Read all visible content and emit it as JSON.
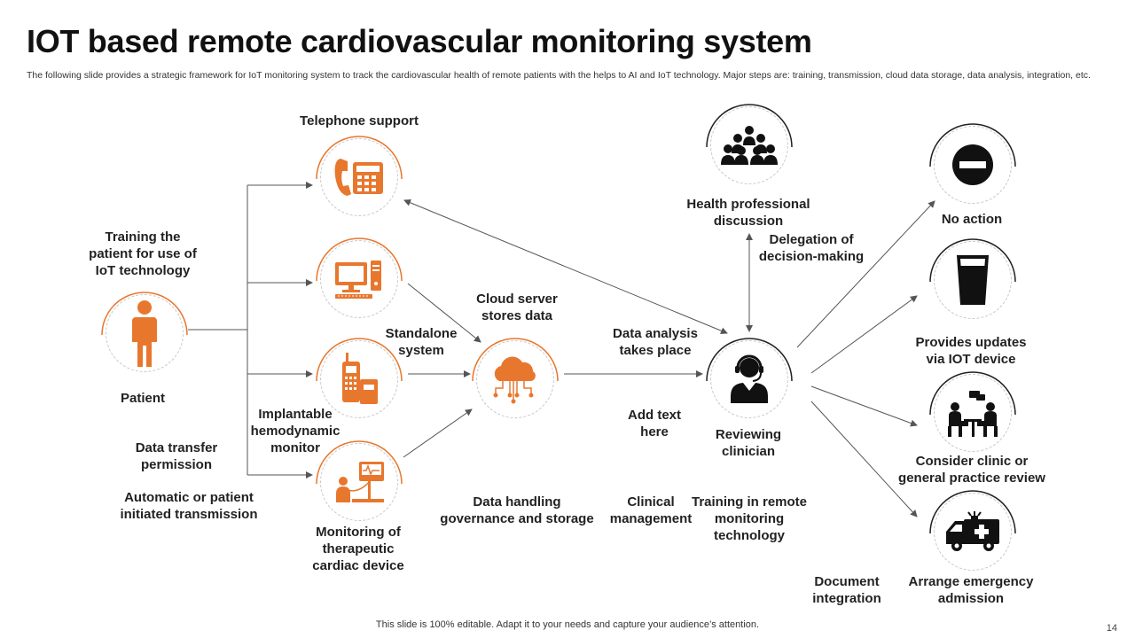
{
  "slide": {
    "title": "IOT based remote cardiovascular monitoring system",
    "subtitle": "The following slide provides a strategic framework for IoT monitoring system to track the cardiovascular health of remote patients with the helps to AI  and IoT technology. Major steps are: training, transmission, cloud data storage, data analysis, integration, etc.",
    "footer": "This slide is 100% editable. Adapt it to your needs and capture your audience’s attention.",
    "page_number": "14"
  },
  "colors": {
    "accent": "#E8772E",
    "dark": "#111111",
    "line": "#555555"
  },
  "nodes": {
    "patient": {
      "icon": "person-icon"
    },
    "telephone": {
      "icon": "telephone-icon"
    },
    "computer": {
      "icon": "computer-icon"
    },
    "phone": {
      "icon": "landline-phone-icon"
    },
    "monitor": {
      "icon": "patient-monitor-icon"
    },
    "cloud": {
      "icon": "cloud-server-icon"
    },
    "clinician": {
      "icon": "clinician-headset-icon"
    },
    "team": {
      "icon": "group-discussion-icon"
    },
    "no_action": {
      "icon": "minus-circle-icon"
    },
    "glass": {
      "icon": "glass-icon"
    },
    "meeting": {
      "icon": "meeting-icon"
    },
    "ambulance": {
      "icon": "ambulance-icon"
    }
  },
  "labels": {
    "telephone_support": "Telephone support",
    "training_patient": "Training the\npatient for use of\nIoT technology",
    "patient": "Patient",
    "data_transfer": "Data transfer\npermission",
    "automatic_transmission": "Automatic or patient\ninitiated transmission",
    "implantable": "Implantable\nhemodynamic\nmonitor",
    "standalone": "Standalone\nsystem",
    "monitoring_device": "Monitoring of\ntherapeutic\ncardiac device",
    "cloud_server": "Cloud server\nstores data",
    "data_handling": "Data handling\ngovernance and storage",
    "data_analysis": "Data analysis\ntakes place",
    "add_text": "Add text\nhere",
    "clinical_management": "Clinical\nmanagement",
    "reviewing_clinician": "Reviewing\nclinician",
    "training_remote": "Training in remote\nmonitoring\ntechnology",
    "health_professional": "Health professional\ndiscussion",
    "delegation": "Delegation of\ndecision-making",
    "no_action": "No action",
    "provides_updates": "Provides updates\nvia IOT device",
    "consider_clinic": "Consider clinic or\ngeneral practice review",
    "arrange_emergency": "Arrange emergency\nadmission",
    "document_integration": "Document\nintegration"
  }
}
